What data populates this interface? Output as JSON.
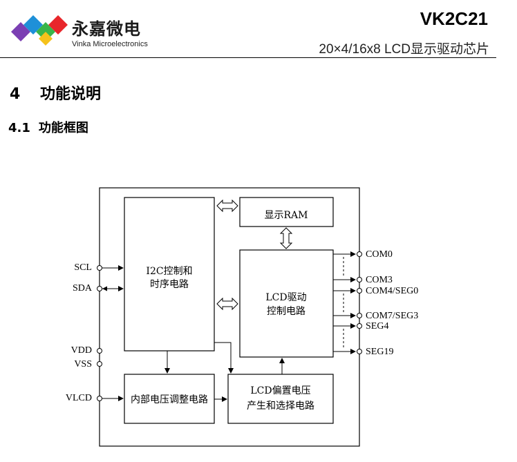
{
  "brand": {
    "name_cn": "永嘉微电",
    "name_en": "Vinka Microelectronics",
    "colors": [
      "#7b3fb3",
      "#1e90d8",
      "#3ab54a",
      "#e8262b",
      "#f5c21b"
    ]
  },
  "header": {
    "chip": "VK2C21",
    "subtitle": "20×4/16x8 LCD显示驱动芯片"
  },
  "section": {
    "number": "4",
    "title": "功能说明"
  },
  "subsection": {
    "number": "4.1",
    "title": "功能框图"
  },
  "diagram": {
    "blocks": {
      "i2c": [
        "I2C控制和",
        "时序电路"
      ],
      "ram": "显示RAM",
      "lcd_driver": [
        "LCD驱动",
        "控制电路"
      ],
      "regulator": "内部电压调整电路",
      "bias": [
        "LCD偏置电压",
        "产生和选择电路"
      ]
    },
    "left_pins": [
      "SCL",
      "SDA",
      "VDD",
      "VSS",
      "VLCD"
    ],
    "right_pins": [
      "COM0",
      "COM3",
      "COM4/SEG0",
      "COM7/SEG3",
      "SEG4",
      "SEG19"
    ]
  }
}
